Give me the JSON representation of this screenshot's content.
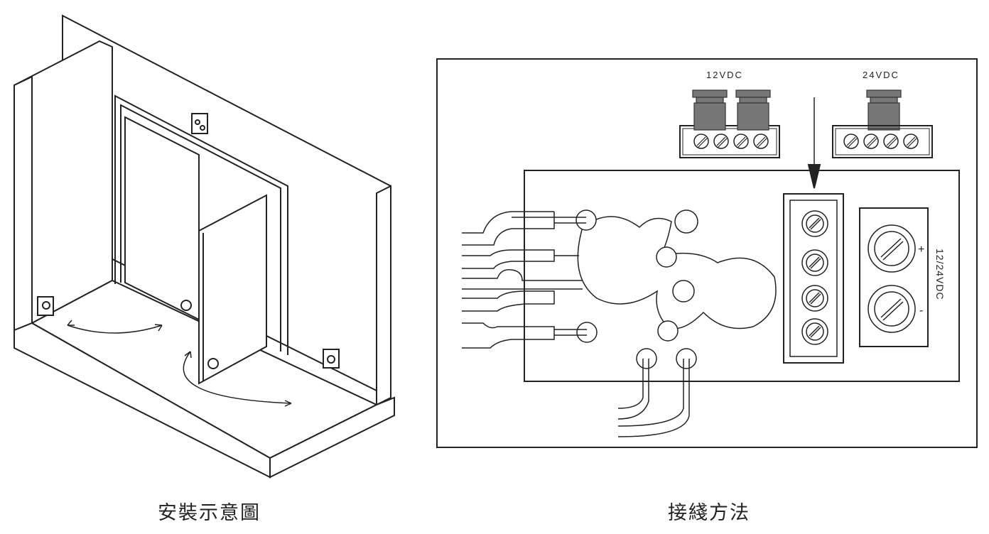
{
  "captions": {
    "installation": "安裝示意圖",
    "wiring": "接綫方法"
  },
  "wiring_labels": {
    "jumper_12v": "12VDC",
    "jumper_24v": "24VDC",
    "power_input": "12/24VDC",
    "plus": "+",
    "minus": "-"
  },
  "colors": {
    "line": "#222222",
    "jumper": "#777777"
  }
}
